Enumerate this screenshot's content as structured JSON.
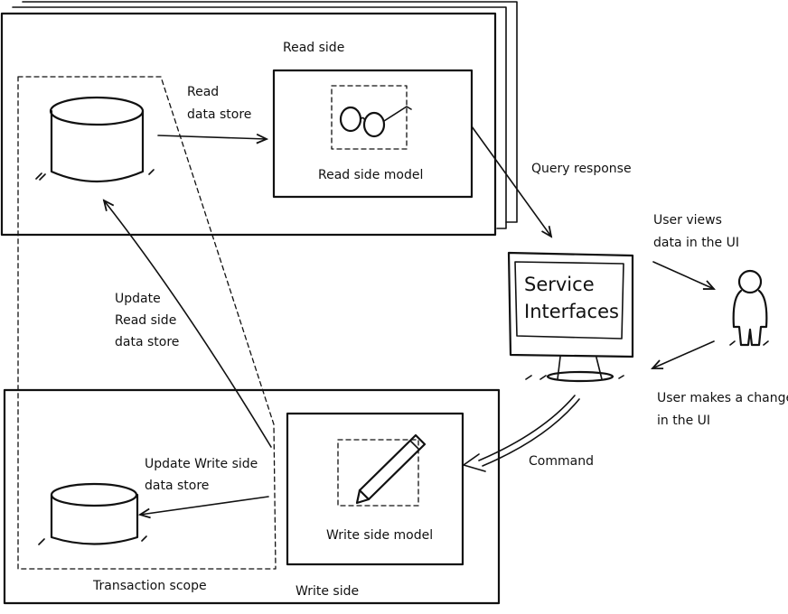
{
  "read_side": {
    "title": "Read side",
    "arrow_label_1": "Read",
    "arrow_label_2": "data store",
    "model_label": "Read side model"
  },
  "query_response": "Query response",
  "monitor": {
    "line1": "Service",
    "line2": "Interfaces"
  },
  "user_views": {
    "line1": "User views",
    "line2": "data in the UI"
  },
  "user_changes": {
    "line1": "User makes a change",
    "line2": "in the UI"
  },
  "command": "Command",
  "update_read": {
    "line1": "Update",
    "line2": "Read side",
    "line3": "data store"
  },
  "write_side": {
    "title": "Write side",
    "model_label": "Write side model",
    "arrow_label_1": "Update Write side",
    "arrow_label_2": "data store"
  },
  "transaction_scope": "Transaction scope",
  "icons": [
    "database-icon",
    "glasses-icon",
    "monitor-icon",
    "person-icon",
    "pencil-icon"
  ]
}
